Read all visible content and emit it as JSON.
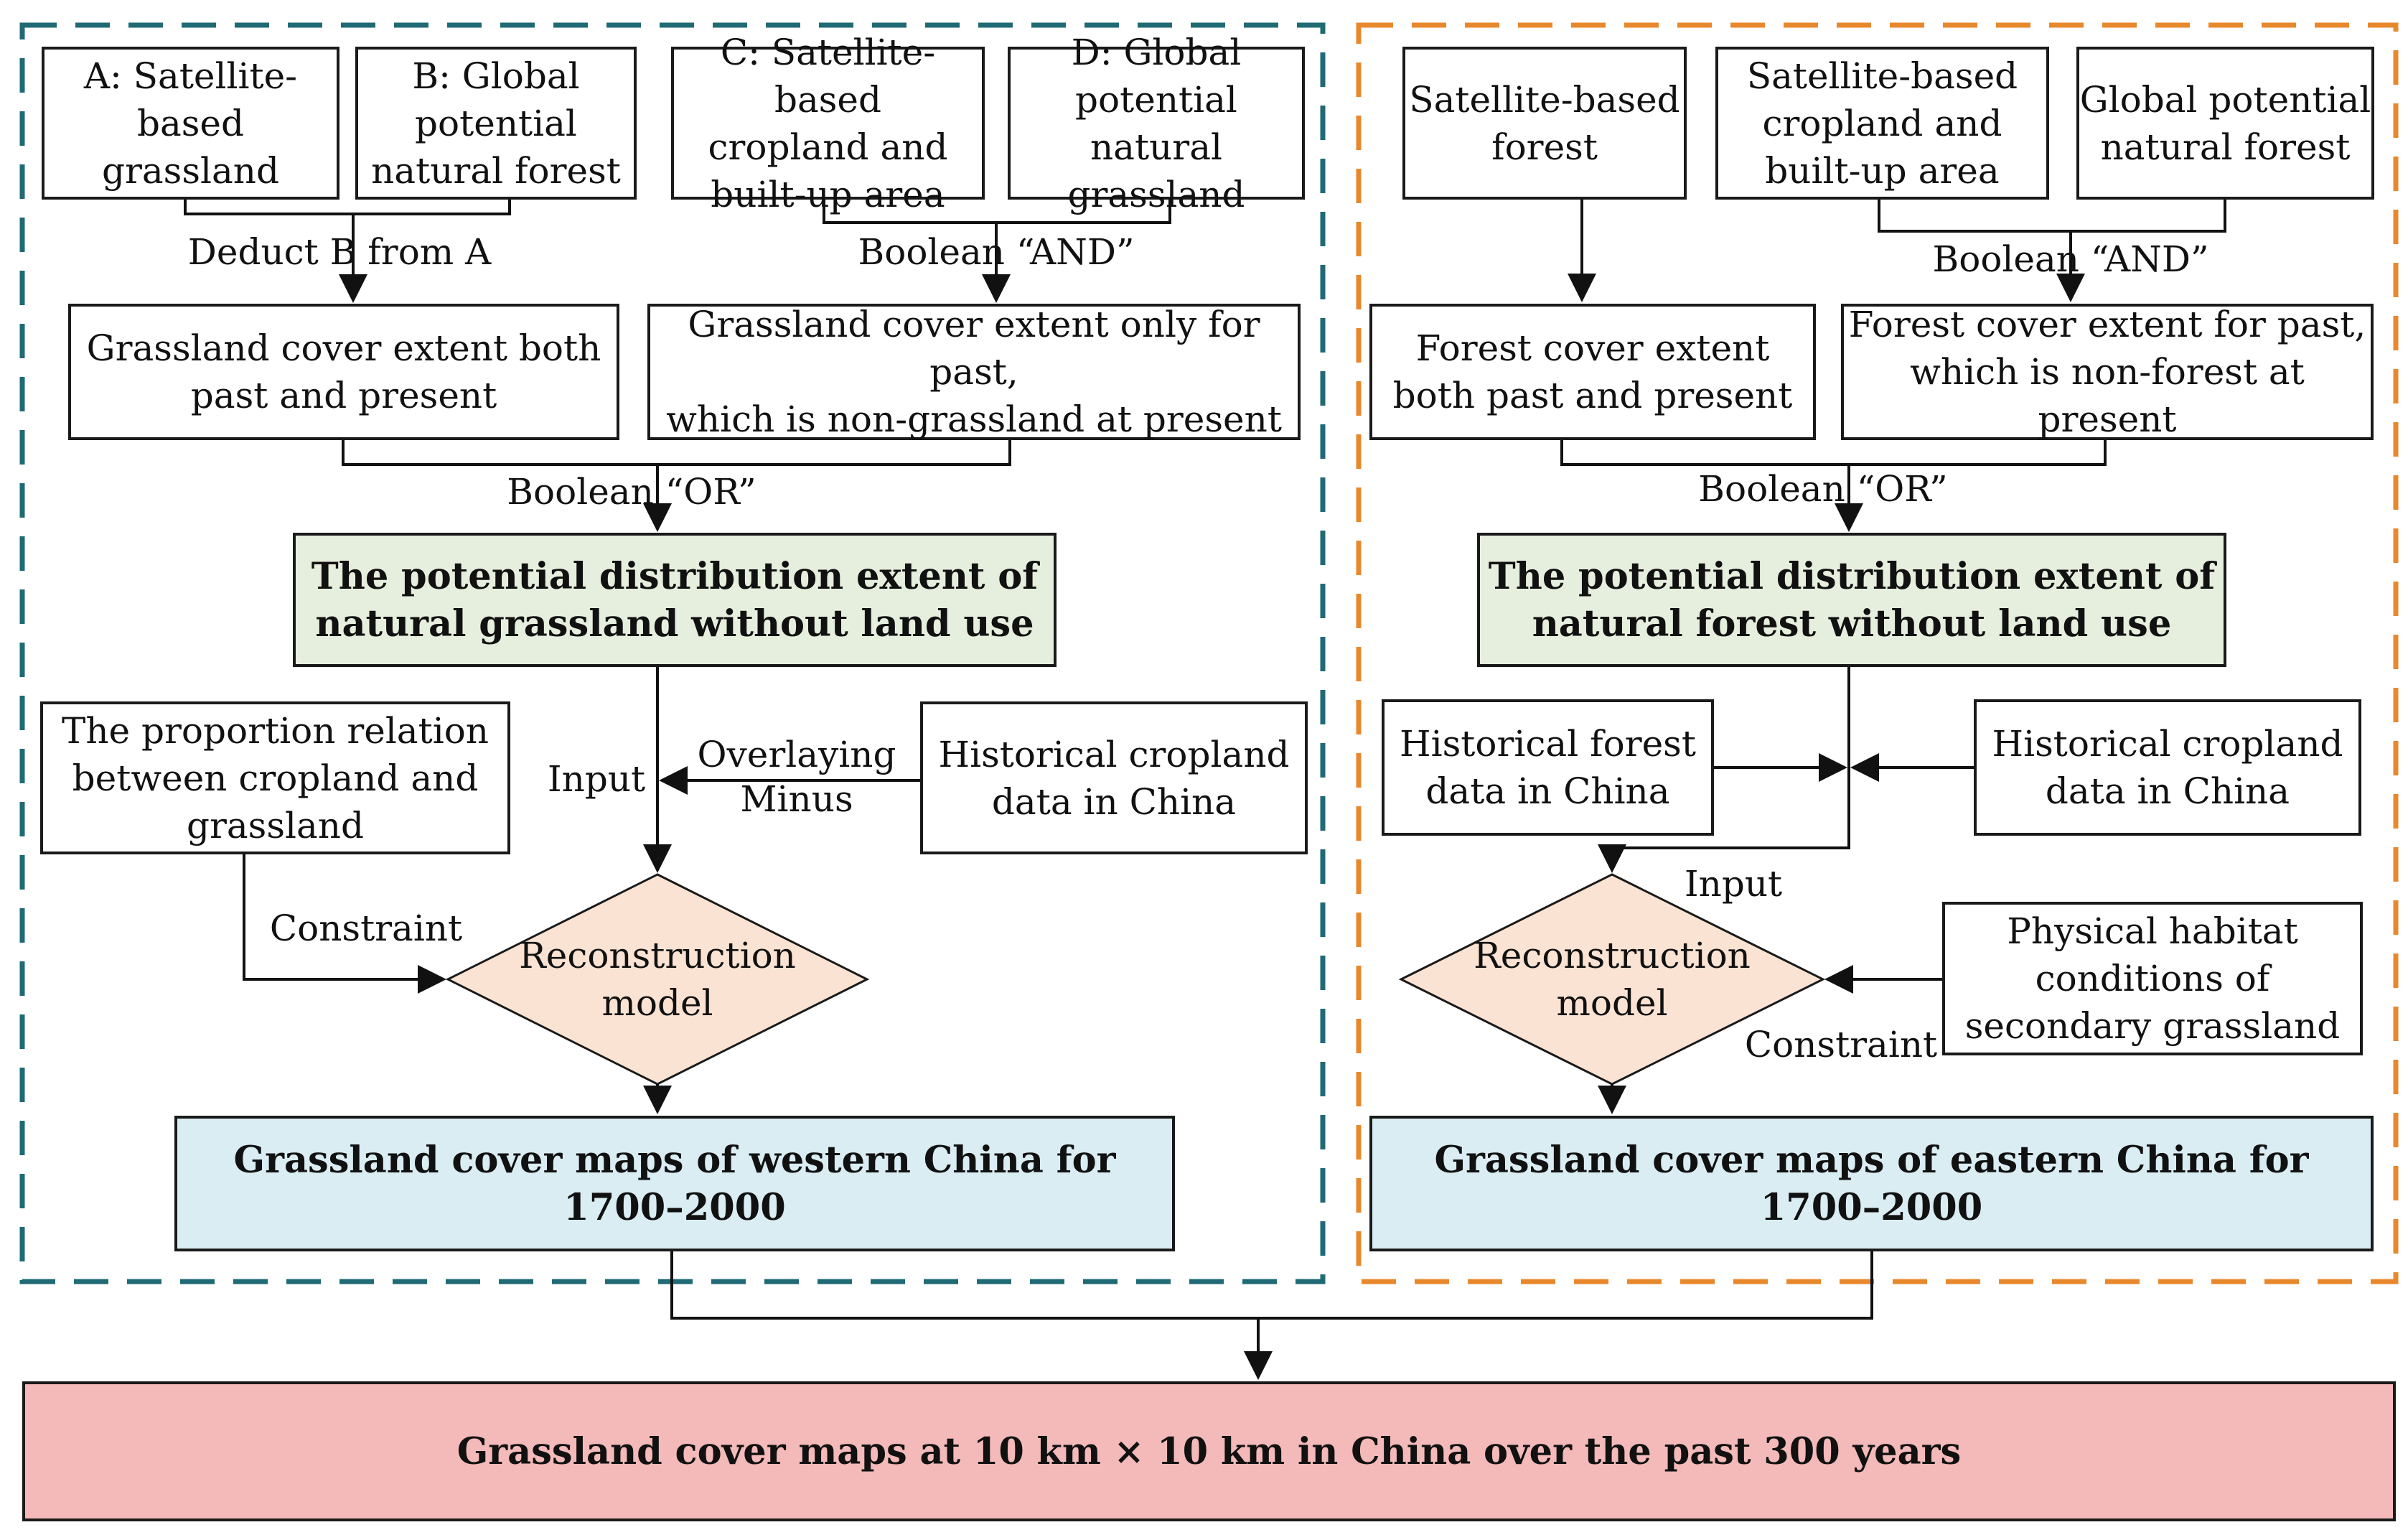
{
  "west": {
    "input_a": "A: Satellite-\nbased grassland",
    "input_b": "B: Global\npotential\nnatural forest",
    "input_c": "C: Satellite-based\ncropland and\nbuilt-up area",
    "input_d": "D: Global\npotential natural\ngrassland",
    "label_deduct": "Deduct B from A",
    "label_and": "Boolean “AND”",
    "both": "Grassland cover extent both\npast and present",
    "past_only": "Grassland cover extent only for past,\nwhich is non-grassland at present",
    "label_or": "Boolean “OR”",
    "potential": "The potential distribution extent of\nnatural grassland without land use",
    "proportion": "The proportion relation\nbetween cropland and\ngrassland",
    "label_input": "Input",
    "label_overlaying": "Overlaying\nMinus",
    "hist_cropland": "Historical cropland\ndata in China",
    "label_constraint": "Constraint",
    "model": "Reconstruction\nmodel",
    "result": "Grassland cover maps of western China for 1700–2000"
  },
  "east": {
    "input_forest": "Satellite-based\nforest",
    "input_crop": "Satellite-based\ncropland and\nbuilt-up area",
    "input_potential": "Global potential\nnatural forest",
    "label_and": "Boolean “AND”",
    "both": "Forest cover extent\nboth past and present",
    "past_only": "Forest cover extent for past,\nwhich is non-forest at present",
    "label_or": "Boolean “OR”",
    "potential": "The potential distribution extent of\nnatural forest without land use",
    "hist_forest": "Historical forest\ndata in China",
    "hist_cropland": "Historical cropland\ndata in China",
    "label_input": "Input",
    "habitat": "Physical habitat\nconditions of\nsecondary grassland",
    "label_constraint": "Constraint",
    "model": "Reconstruction\nmodel",
    "result": "Grassland cover maps of eastern China for 1700–2000"
  },
  "final": "Grassland cover maps at 10 km × 10 km in China over the past 300 years",
  "colors": {
    "west_frame": "#1f6a74",
    "east_frame": "#e8882c",
    "potential_fill": "#e6efdd",
    "result_fill": "#d9edf3",
    "final_fill": "#f4b9b9",
    "model_fill": "#fbe3d3"
  }
}
